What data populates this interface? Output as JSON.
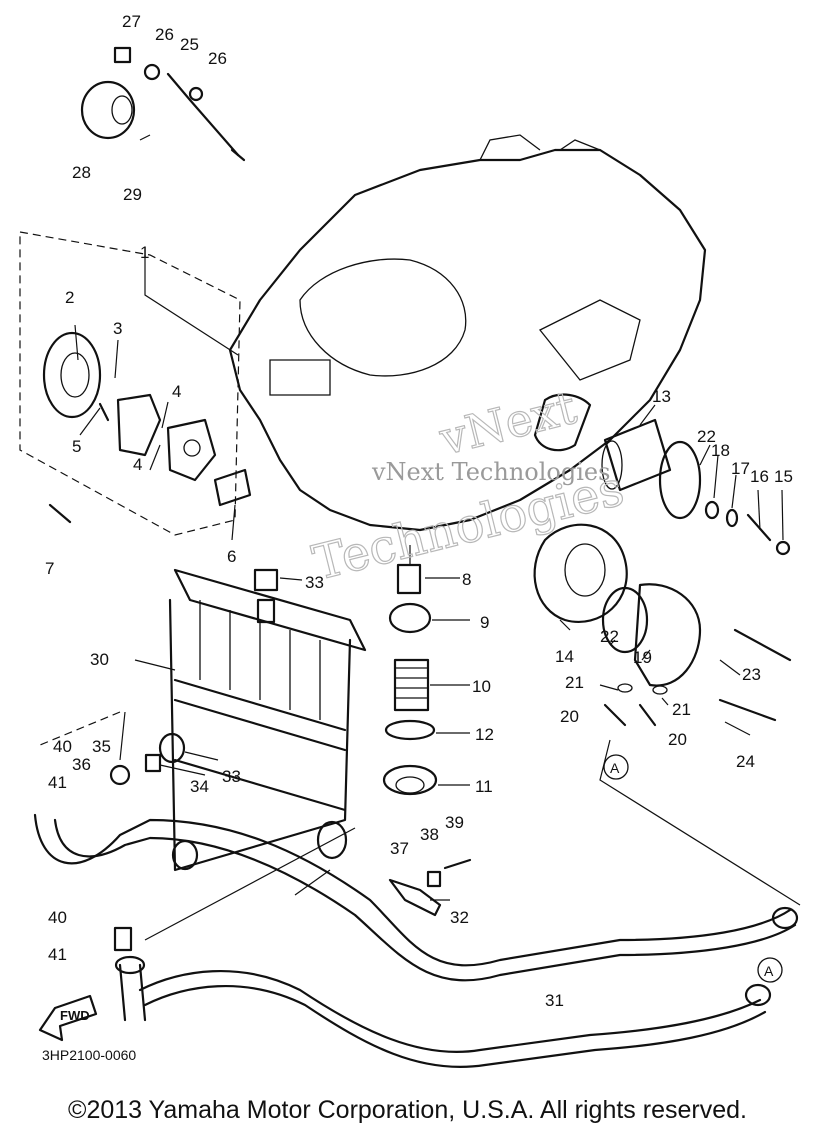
{
  "diagram": {
    "code": "3HP2100-0060",
    "fwd_label": "FWD",
    "ref_marker": "A",
    "watermark_line1": "vNext Technologies",
    "watermark_line2": "vNext",
    "watermark_line3": "Technologies",
    "callouts": [
      {
        "id": "c27",
        "label": "27"
      },
      {
        "id": "c26a",
        "label": "26"
      },
      {
        "id": "c25",
        "label": "25"
      },
      {
        "id": "c26b",
        "label": "26"
      },
      {
        "id": "c28",
        "label": "28"
      },
      {
        "id": "c29",
        "label": "29"
      },
      {
        "id": "c1",
        "label": "1"
      },
      {
        "id": "c2",
        "label": "2"
      },
      {
        "id": "c3",
        "label": "3"
      },
      {
        "id": "c4a",
        "label": "4"
      },
      {
        "id": "c4b",
        "label": "4"
      },
      {
        "id": "c5",
        "label": "5"
      },
      {
        "id": "c6",
        "label": "6"
      },
      {
        "id": "c7",
        "label": "7"
      },
      {
        "id": "c13",
        "label": "13"
      },
      {
        "id": "c22a",
        "label": "22"
      },
      {
        "id": "c18",
        "label": "18"
      },
      {
        "id": "c17",
        "label": "17"
      },
      {
        "id": "c16",
        "label": "16"
      },
      {
        "id": "c15",
        "label": "15"
      },
      {
        "id": "c33a",
        "label": "33"
      },
      {
        "id": "c8",
        "label": "8"
      },
      {
        "id": "c9",
        "label": "9"
      },
      {
        "id": "c14",
        "label": "14"
      },
      {
        "id": "c22b",
        "label": "22"
      },
      {
        "id": "c19",
        "label": "19"
      },
      {
        "id": "c23",
        "label": "23"
      },
      {
        "id": "c30",
        "label": "30"
      },
      {
        "id": "c10",
        "label": "10"
      },
      {
        "id": "c21a",
        "label": "21"
      },
      {
        "id": "c21b",
        "label": "21"
      },
      {
        "id": "c20a",
        "label": "20"
      },
      {
        "id": "c20b",
        "label": "20"
      },
      {
        "id": "c12",
        "label": "12"
      },
      {
        "id": "c40a",
        "label": "40"
      },
      {
        "id": "c35",
        "label": "35"
      },
      {
        "id": "c36",
        "label": "36"
      },
      {
        "id": "c41a",
        "label": "41"
      },
      {
        "id": "c33b",
        "label": "33"
      },
      {
        "id": "c34",
        "label": "34"
      },
      {
        "id": "c11",
        "label": "11"
      },
      {
        "id": "c24",
        "label": "24"
      },
      {
        "id": "c39",
        "label": "39"
      },
      {
        "id": "c37",
        "label": "37"
      },
      {
        "id": "c38",
        "label": "38"
      },
      {
        "id": "c40b",
        "label": "40"
      },
      {
        "id": "c32",
        "label": "32"
      },
      {
        "id": "c41b",
        "label": "41"
      },
      {
        "id": "c31",
        "label": "31"
      }
    ]
  },
  "footer": {
    "copyright": "©2013 Yamaha Motor Corporation, U.S.A. All rights reserved."
  }
}
